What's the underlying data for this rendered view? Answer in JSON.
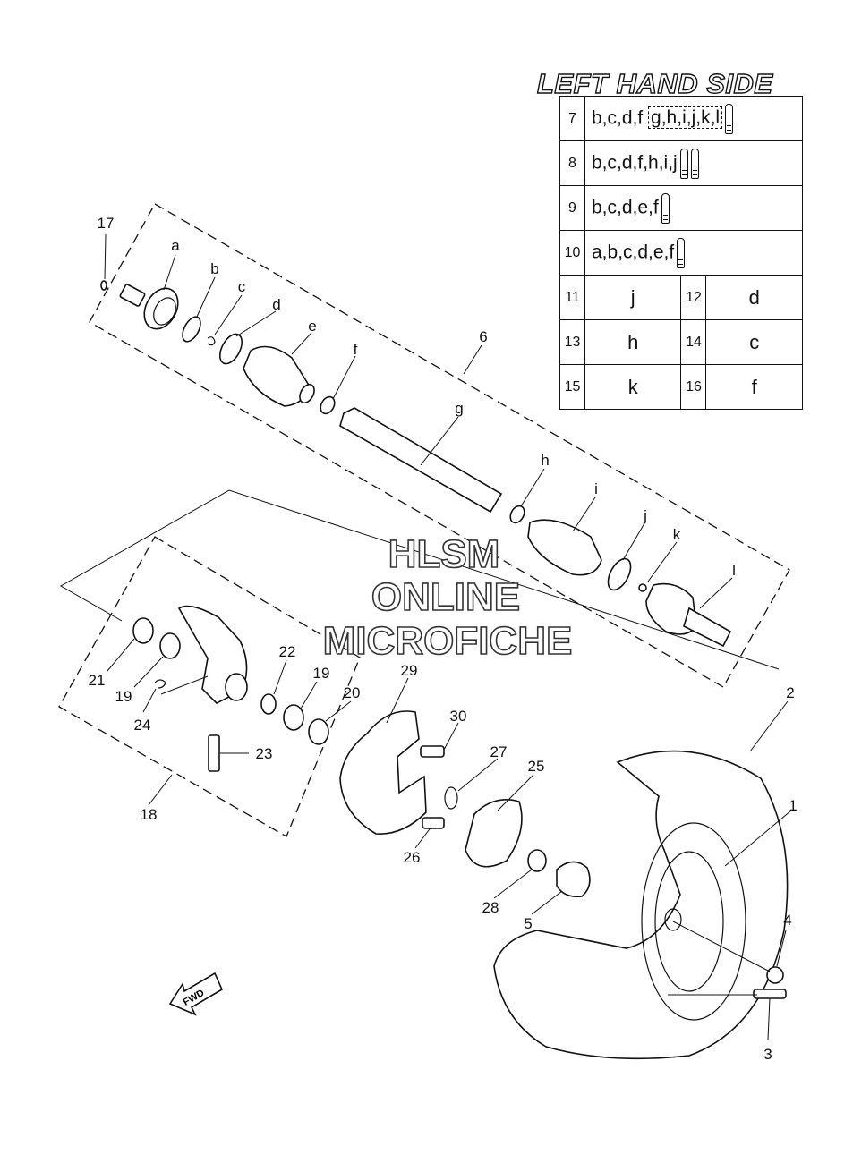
{
  "title": "LEFT HAND SIDE",
  "table": {
    "rows": [
      {
        "num": "7",
        "codes": "b,c,d,f",
        "boxed": "g,h,i,j,k,l",
        "tubes": 1
      },
      {
        "num": "8",
        "codes": "b,c,d,f,h,i,j",
        "boxed": "",
        "tubes": 2
      },
      {
        "num": "9",
        "codes": "b,c,d,e,f",
        "boxed": "",
        "tubes": 1
      },
      {
        "num": "10",
        "codes": "a,b,c,d,e,f",
        "boxed": "",
        "tubes": 1
      }
    ],
    "pairs": [
      [
        {
          "num": "11",
          "code": "j"
        },
        {
          "num": "12",
          "code": "d"
        }
      ],
      [
        {
          "num": "13",
          "code": "h"
        },
        {
          "num": "14",
          "code": "c"
        }
      ],
      [
        {
          "num": "15",
          "code": "k"
        },
        {
          "num": "16",
          "code": "f"
        }
      ]
    ]
  },
  "part_labels": [
    "17",
    "a",
    "b",
    "c",
    "d",
    "e",
    "f",
    "6",
    "g",
    "h",
    "i",
    "j",
    "k",
    "l",
    "22",
    "19",
    "20",
    "29",
    "30",
    "27",
    "25",
    "2",
    "1",
    "21",
    "19",
    "24",
    "23",
    "18",
    "26",
    "28",
    "5",
    "4",
    "3"
  ],
  "watermark": [
    "HLSM",
    "ONLINE",
    "MICROFICHE"
  ],
  "fwd_label": "FWD",
  "icons": [
    "grease-tube-icon",
    "fwd-arrow-icon"
  ]
}
